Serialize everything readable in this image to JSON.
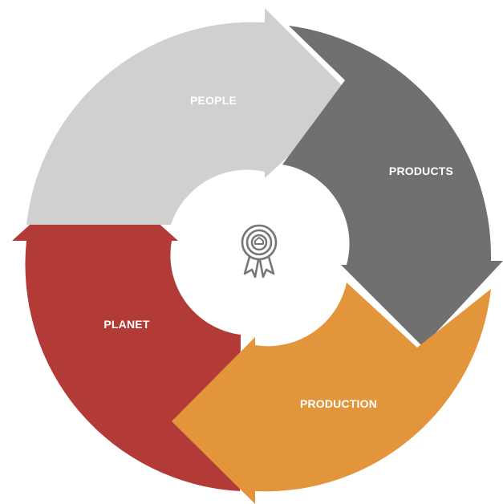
{
  "segments": [
    {
      "id": "people",
      "label": "PEOPLE",
      "color": "#cfd0cf"
    },
    {
      "id": "products",
      "label": "PRODUCTS",
      "color": "#707071"
    },
    {
      "id": "production",
      "label": "PRODUCTION",
      "color": "#e3953b"
    },
    {
      "id": "planet",
      "label": "PLANET",
      "color": "#b23a37"
    }
  ],
  "center_icon": {
    "name": "award-ribbon-icon",
    "color": "#777777"
  }
}
